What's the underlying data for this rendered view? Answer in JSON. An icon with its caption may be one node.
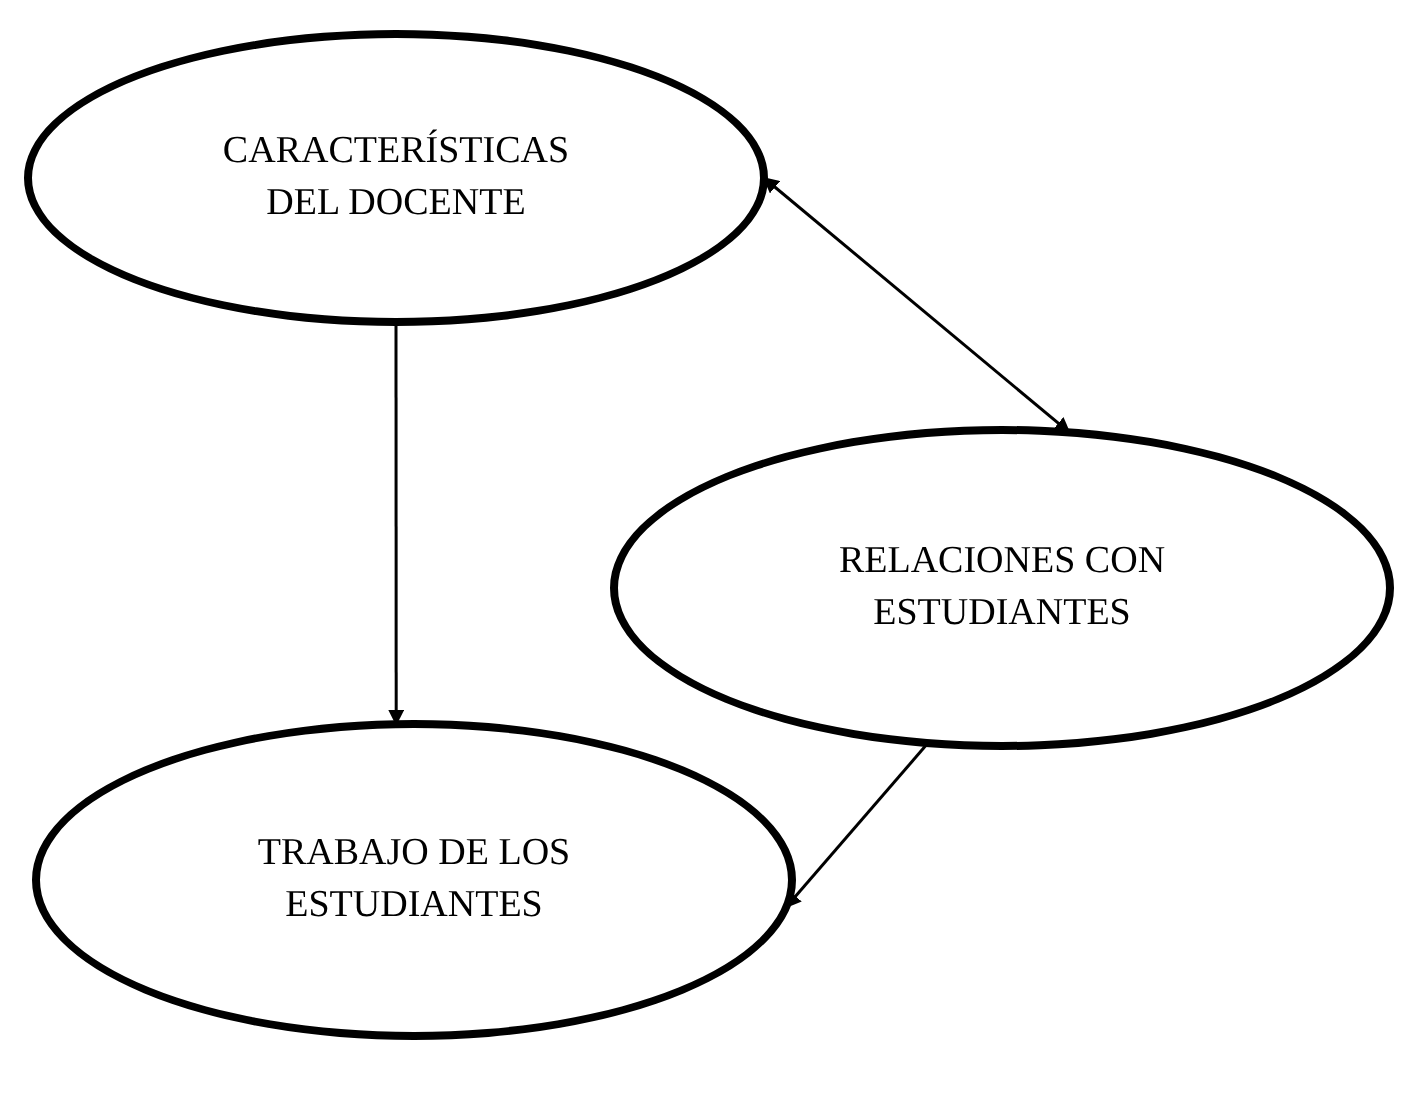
{
  "diagram": {
    "nodes": [
      {
        "text": [
          "CARACTERÍSTICAS DEL DOCENTE"
        ]
      },
      {
        "text": [
          "RELACIONES CON ESTUDIANTES"
        ]
      },
      {
        "text": [
          "TRABAJO DE LOS ESTUDIANTES"
        ]
      }
    ],
    "edges": [
      {
        "from": 0,
        "to": 2,
        "arrow": "to"
      },
      {
        "from": 0,
        "to": 1,
        "arrow": "both"
      },
      {
        "from": 1,
        "to": 2,
        "arrow": "to"
      }
    ]
  }
}
